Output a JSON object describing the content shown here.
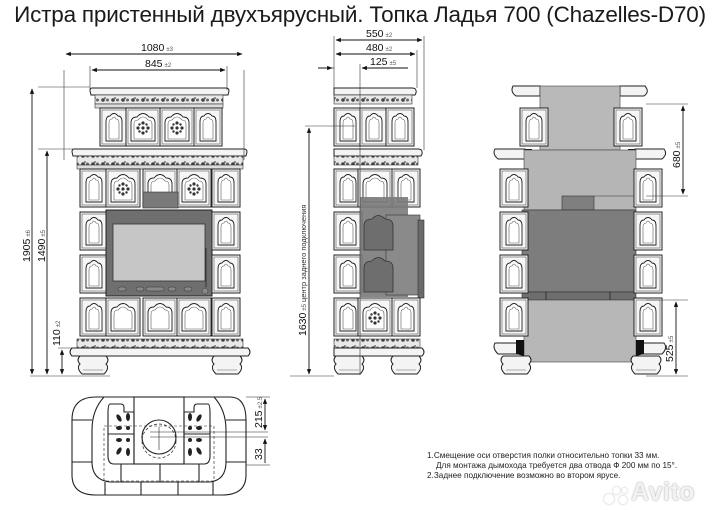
{
  "title": "Истра пристенный двухъярусный. Топка Ладья 700 (Chazelles-D70)",
  "front_view": {
    "dims": {
      "width_total": {
        "value": "1080",
        "tol": "±3"
      },
      "width_top": {
        "value": "845",
        "tol": "±2"
      },
      "height_total": {
        "value": "1905",
        "tol": "±6"
      },
      "height_lower": {
        "value": "1490",
        "tol": "±5"
      },
      "base_height": {
        "value": "110",
        "tol": "±2"
      }
    }
  },
  "side_view": {
    "dims": {
      "depth_total": {
        "value": "550",
        "tol": "±2"
      },
      "depth_top": {
        "value": "480",
        "tol": "±2"
      },
      "offset": {
        "value": "125",
        "tol": "±5"
      },
      "rear_connection": {
        "value": "1630",
        "tol": "±5",
        "label": "центр заднего подключения"
      }
    }
  },
  "rear_view": {
    "dims": {
      "upper_height": {
        "value": "680",
        "tol": "±5"
      },
      "lower_height": {
        "value": "525",
        "tol": "±5"
      }
    }
  },
  "plan_view": {
    "dims": {
      "flue_offset": {
        "value": "215",
        "tol": "±2.5"
      },
      "axis_shift": {
        "value": "33",
        "tol": ""
      }
    }
  },
  "notes": [
    "1.Смещение оси отверстия полки относительно топки 33 мм.",
    "Для монтажа дымохода требуется два отвода Ф 200 мм по 15°.",
    "2.Заднее подключение возможно во втором ярусе."
  ],
  "watermark": "Avito",
  "colors": {
    "line": "#2a2a2a",
    "tile_fill": "#f4f4f4",
    "firebox_dark": "#6e6e6e",
    "firebox_mid": "#8a8a8a",
    "glass": "#c9c9c9",
    "rear_light": "#b8b8b8",
    "rear_dark": "#7d7d7d"
  }
}
